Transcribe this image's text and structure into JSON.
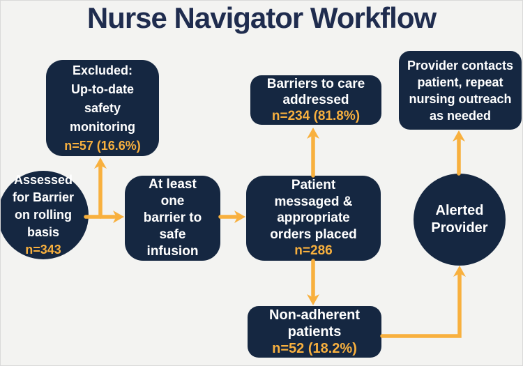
{
  "title": "Nurse Navigator Workflow",
  "colors": {
    "background": "#f3f3f1",
    "node_fill": "#152741",
    "node_text": "#ffffff",
    "stat_text": "#f8b03e",
    "arrow": "#f8b03e",
    "title_text": "#1f2c4e"
  },
  "nodes": {
    "assessed": {
      "shape": "circle",
      "text": "Assessed\nfor Barrier\non rolling\nbasis",
      "stat": "n=343"
    },
    "excluded": {
      "shape": "rounded-rect",
      "text": "Excluded:\nUp-to-date\nsafety\nmonitoring",
      "stat": "n=57 (16.6%)"
    },
    "at_least_one_barrier": {
      "shape": "rounded-rect",
      "text": "At least\none\nbarrier to\nsafe\ninfusion"
    },
    "patient_messaged": {
      "shape": "rounded-rect",
      "text": "Patient\nmessaged &\nappropriate\norders placed",
      "stat": "n=286"
    },
    "barriers_addressed": {
      "shape": "rounded-rect",
      "text": "Barriers to care\naddressed",
      "stat": "n=234 (81.8%)"
    },
    "provider_contacts": {
      "shape": "rounded-rect",
      "text": "Provider contacts\npatient, repeat\nnursing outreach\nas needed"
    },
    "alerted_provider": {
      "shape": "circle",
      "text": "Alerted\nProvider"
    },
    "non_adherent": {
      "shape": "rounded-rect",
      "text": "Non-adherent\npatients",
      "stat": "n=52 (18.2%)"
    }
  },
  "edges": [
    {
      "from": "assessed",
      "to": "excluded"
    },
    {
      "from": "assessed",
      "to": "at_least_one_barrier"
    },
    {
      "from": "at_least_one_barrier",
      "to": "patient_messaged"
    },
    {
      "from": "patient_messaged",
      "to": "barriers_addressed"
    },
    {
      "from": "patient_messaged",
      "to": "non_adherent"
    },
    {
      "from": "non_adherent",
      "to": "alerted_provider"
    },
    {
      "from": "alerted_provider",
      "to": "provider_contacts"
    }
  ]
}
